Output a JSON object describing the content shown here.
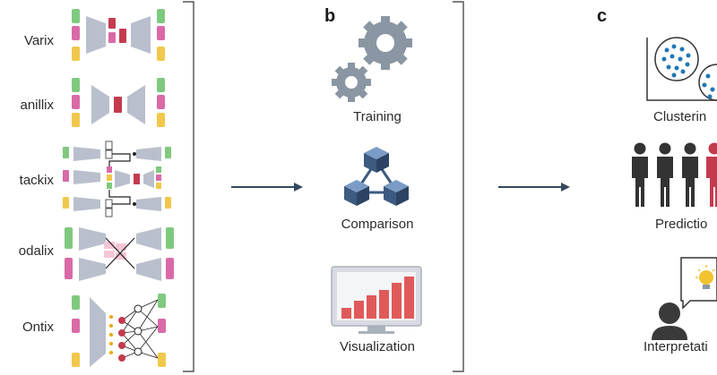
{
  "panels": {
    "a": {
      "models": [
        {
          "id": "varix",
          "label": "Varix"
        },
        {
          "id": "vanillix",
          "label": "anillix"
        },
        {
          "id": "stackix",
          "label": "tackix"
        },
        {
          "id": "xmodalix",
          "label": "odalix"
        },
        {
          "id": "ontix",
          "label": "Ontix"
        }
      ]
    },
    "b": {
      "letter": "b",
      "steps": [
        {
          "label": "Training",
          "icon": "gears-icon"
        },
        {
          "label": "Comparison",
          "icon": "cubes-network-icon"
        },
        {
          "label": "Visualization",
          "icon": "monitor-bar-chart-icon"
        }
      ]
    },
    "c": {
      "letter": "c",
      "steps": [
        {
          "label": "Clusterin",
          "icon": "scatter-clusters-icon"
        },
        {
          "label": "Predictio",
          "icon": "people-icon"
        },
        {
          "label": "Interpretati",
          "icon": "person-idea-icon"
        }
      ]
    }
  },
  "colors": {
    "green": "#7fc97f",
    "pink": "#d96aa7",
    "yellow": "#f0c84b",
    "gray": "#b9bfcc",
    "red": "#c43b4e",
    "arrow": "#34495e",
    "gear": "#8a96a3",
    "cube": "#3d5a80",
    "dots": "#1f77b4",
    "chart": "#e05a5a"
  }
}
